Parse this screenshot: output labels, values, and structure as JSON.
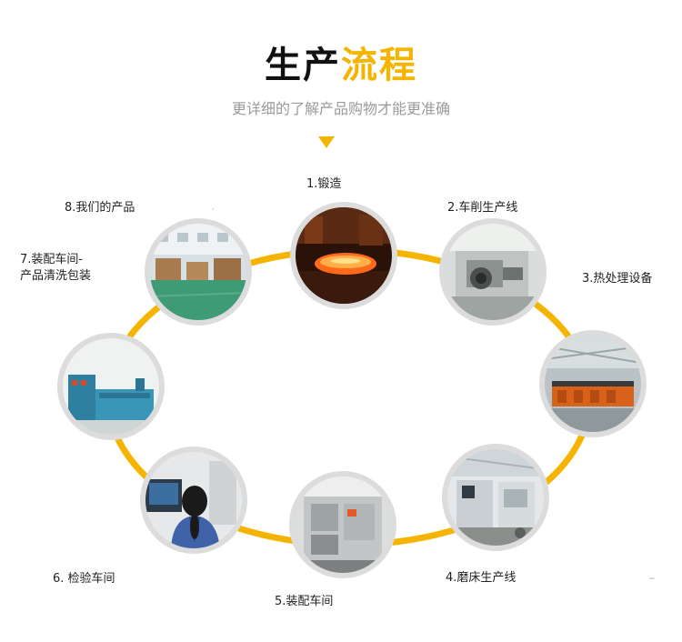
{
  "header": {
    "title_part1": "生产",
    "title_part2": "流程",
    "subtitle": "更详细的了解产品购物才能更准确"
  },
  "steps": [
    {
      "label": "1.锻造",
      "icon": "forging-photo"
    },
    {
      "label": "2.车削生产线",
      "icon": "lathe-photo"
    },
    {
      "label": "3.热处理设备",
      "icon": "heat-treatment-photo"
    },
    {
      "label": "4.磨床生产线",
      "icon": "grinder-photo"
    },
    {
      "label": "5.装配车间",
      "icon": "assembly-photo"
    },
    {
      "label": "6. 检验车间",
      "icon": "inspection-photo"
    },
    {
      "label_line1": "7.装配车间-",
      "label_line2": "产品清洗包装",
      "icon": "cleaning-packing-photo"
    },
    {
      "label": "8.我们的产品",
      "icon": "products-warehouse-photo"
    }
  ],
  "colors": {
    "accent": "#f5b400",
    "ring_border": "#dcdcdc",
    "subtitle": "#9a9a9a"
  },
  "marks": {
    "m1": "·",
    "m2": "~"
  }
}
